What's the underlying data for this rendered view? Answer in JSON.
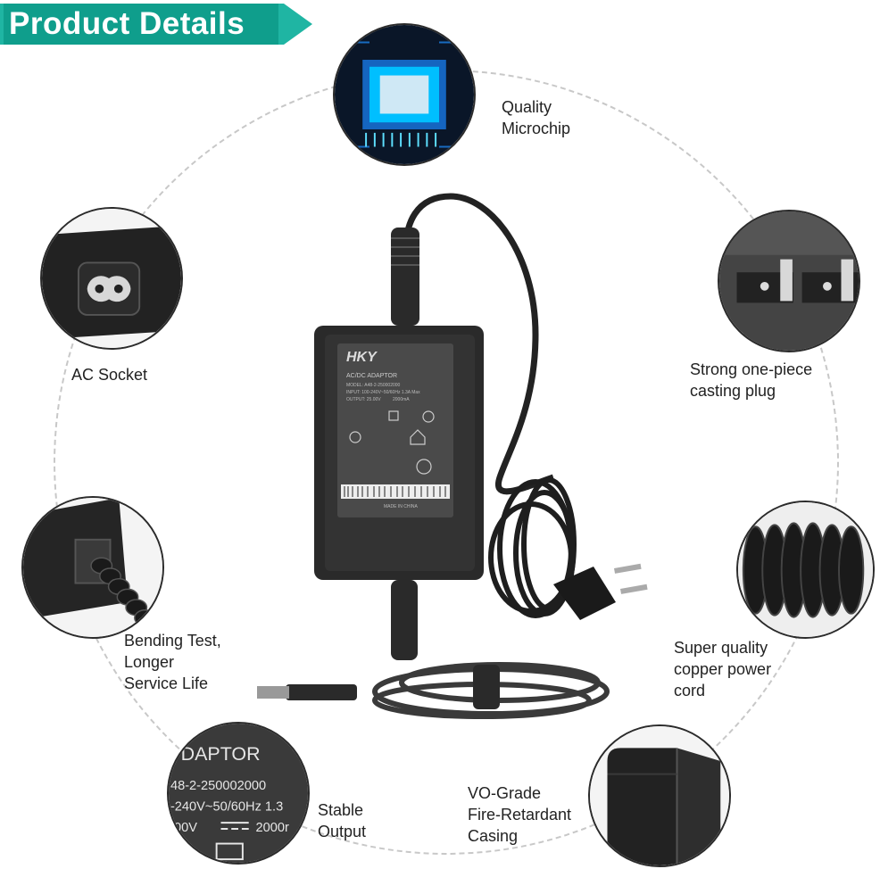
{
  "banner": {
    "title": "Product Details"
  },
  "features": [
    {
      "lines": [
        "Quality",
        "Microchip"
      ]
    },
    {
      "lines": [
        "AC Socket"
      ]
    },
    {
      "lines": [
        "Strong one-piece",
        "casting plug"
      ]
    },
    {
      "lines": [
        "Bending Test,",
        "Longer",
        "Service Life"
      ]
    },
    {
      "lines": [
        "Super quality",
        "copper power",
        "cord"
      ]
    },
    {
      "lines": [
        "Stable",
        "Output"
      ]
    },
    {
      "lines": [
        "VO-Grade",
        "Fire-Retardant",
        "Casing"
      ]
    }
  ],
  "zoom_label": {
    "line1": "DAPTOR",
    "line2": "48-2-250002000",
    "line3": "-240V~50/60Hz 1.3",
    "line4": ".00V",
    "line5": "2000r"
  },
  "device_label": {
    "brand": "HKY",
    "title": "AC/DC ADAPTOR",
    "model": "MODEL: A48-2-250002000",
    "input": "INPUT: 100-240V~50/60Hz 1.3A Max",
    "output": "OUTPUT: 25.00V",
    "output_current": "2000mA",
    "made_in": "MADE IN CHINA"
  },
  "colors": {
    "banner": "#0f9e8c",
    "banner_edge": "#1fb5a3",
    "ring": "#c8c8c8"
  }
}
